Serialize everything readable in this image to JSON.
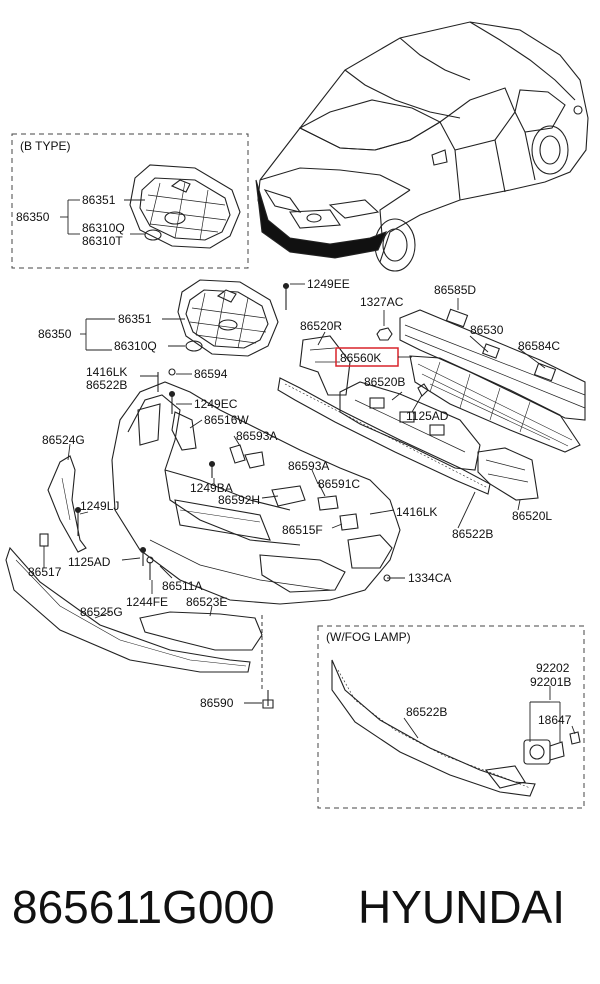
{
  "sections": {
    "b_type": "(B TYPE)",
    "fog_lamp": "(W/FOG LAMP)"
  },
  "labels": {
    "b86351": "86351",
    "b86350": "86350",
    "b86310q": "86310Q",
    "b86310t": "86310T",
    "m1249ee": "1249EE",
    "m1327ac": "1327AC",
    "m86585d": "86585D",
    "m86520r": "86520R",
    "m86530": "86530",
    "m86350": "86350",
    "m86351": "86351",
    "m86310q": "86310Q",
    "m86560k": "86560K",
    "m86584c": "86584C",
    "m1416lk_a": "1416LK",
    "m86522b_a": "86522B",
    "m86594": "86594",
    "m86520b": "86520B",
    "m1249ec": "1249EC",
    "m1125ad_a": "1125AD",
    "m86524g": "86524G",
    "m86516w": "86516W",
    "m86593a_a": "86593A",
    "m86593a_b": "86593A",
    "m1249ba": "1249BA",
    "m86591c": "86591C",
    "m86592h": "86592H",
    "m1249lj": "1249LJ",
    "m86515f": "86515F",
    "m1416lk_b": "1416LK",
    "m86520l": "86520L",
    "m86522b_b": "86522B",
    "m86517": "86517",
    "m1125ad_b": "1125AD",
    "m1334ca": "1334CA",
    "m86511a": "86511A",
    "m1244fe": "1244FE",
    "m86523e": "86523E",
    "m86525g": "86525G",
    "m86590": "86590",
    "f92202": "92202",
    "f92201b": "92201B",
    "f86522b": "86522B",
    "f18647": "18647"
  },
  "footer": {
    "part_number": "865611G000",
    "brand": "HYUNDAI"
  },
  "colors": {
    "highlight": "#d9232a",
    "line": "#222222"
  }
}
